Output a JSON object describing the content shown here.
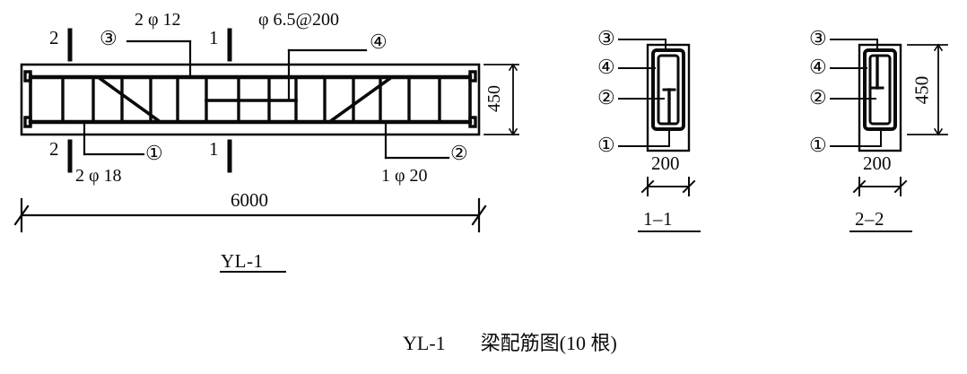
{
  "drawing": {
    "caption": "YL-1    梁配筋图(10 根)",
    "caption_tag": "YL-1",
    "caption_rest": "梁配筋图(10 根)"
  },
  "elevation": {
    "title": "YL-1",
    "span_dimension": "6000",
    "depth_dimension": "450",
    "section_marks": [
      {
        "id": "section-mark-2-top",
        "label": "2"
      },
      {
        "id": "section-mark-1-top",
        "label": "1"
      },
      {
        "id": "section-mark-2-bottom",
        "label": "2"
      },
      {
        "id": "section-mark-1-bottom",
        "label": "1"
      }
    ],
    "callouts": [
      {
        "id": "callout-3",
        "marker": "③",
        "text": "2 φ 12"
      },
      {
        "id": "callout-4",
        "marker": "④",
        "text": "φ 6.5@200"
      },
      {
        "id": "callout-1",
        "marker": "①",
        "text": "2 φ 18"
      },
      {
        "id": "callout-2",
        "marker": "②",
        "text": "1 φ 20"
      }
    ]
  },
  "sections": [
    {
      "id": "section-1-1",
      "title": "1–1",
      "width_dimension": "200",
      "height_dimension": "",
      "markers": [
        "③",
        "④",
        "②",
        "①"
      ]
    },
    {
      "id": "section-2-2",
      "title": "2–2",
      "width_dimension": "200",
      "height_dimension": "450",
      "markers": [
        "③",
        "④",
        "②",
        "①"
      ]
    }
  ],
  "colors": {
    "ink": "#0a0a0a",
    "paper": "#ffffff"
  }
}
